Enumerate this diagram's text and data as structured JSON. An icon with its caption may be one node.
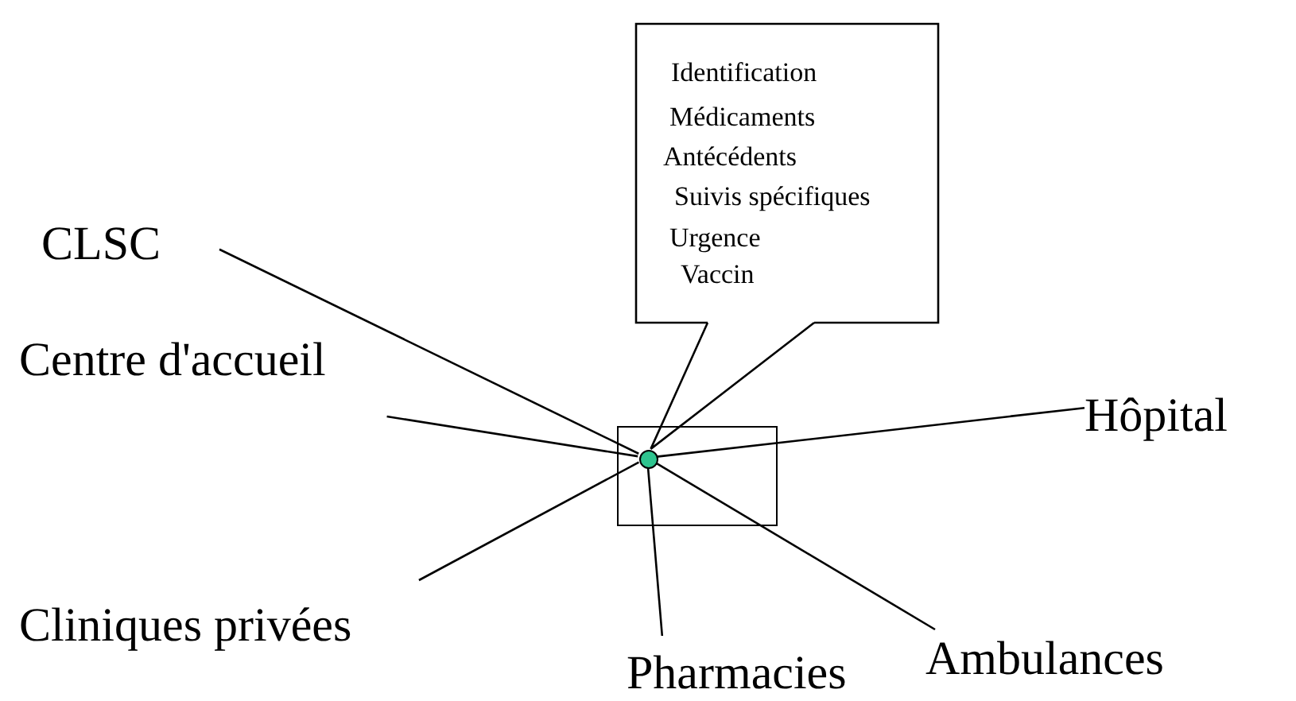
{
  "diagram": {
    "nodes": [
      {
        "text": [
          "Identification",
          "Médicaments",
          "Antécédents",
          "Suivis spécifiques",
          "Urgence",
          "Vaccin"
        ]
      },
      {
        "text": [
          "CLSC"
        ]
      },
      {
        "text": [
          "Centre d'accueil"
        ]
      },
      {
        "text": [
          "Hôpital"
        ]
      },
      {
        "text": [],
        "shape": "box"
      },
      {
        "text": [],
        "shape": "circle",
        "in": 4
      },
      {
        "text": [
          "Cliniques privées"
        ]
      },
      {
        "text": [
          "Ambulances"
        ]
      },
      {
        "text": [
          "Pharmacies"
        ]
      }
    ],
    "edges": [
      {
        "from": 0,
        "to": 5,
        "arrow": "none"
      },
      {
        "from": 1,
        "to": 5,
        "arrow": "none"
      },
      {
        "from": 2,
        "to": 5,
        "arrow": "none"
      },
      {
        "from": 3,
        "to": 5,
        "arrow": "none"
      },
      {
        "from": 6,
        "to": 5,
        "arrow": "none"
      },
      {
        "from": 8,
        "to": 5,
        "arrow": "none"
      },
      {
        "from": 7,
        "to": 5,
        "arrow": "none"
      }
    ]
  }
}
